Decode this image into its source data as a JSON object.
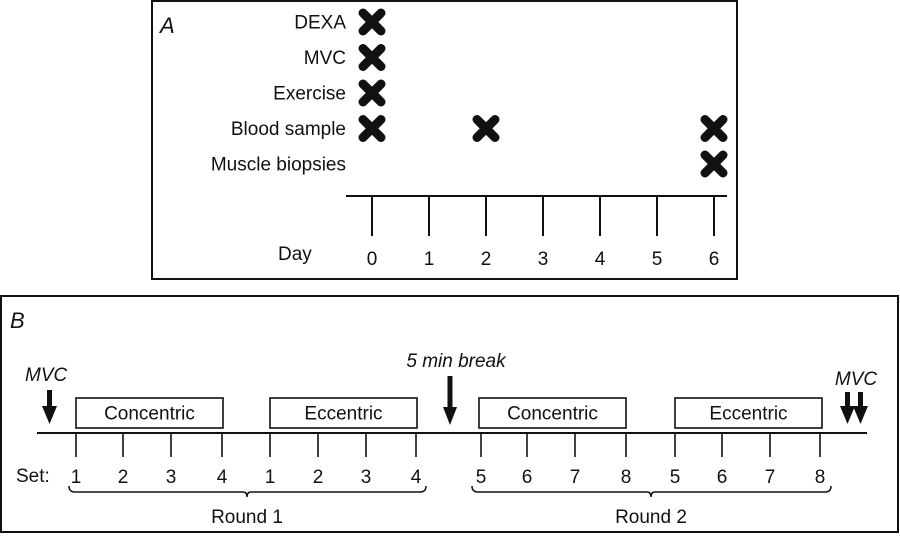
{
  "panel_a": {
    "label": "A",
    "rows": [
      {
        "name": "DEXA",
        "days": [
          0
        ]
      },
      {
        "name": "MVC",
        "days": [
          0
        ]
      },
      {
        "name": "Exercise",
        "days": [
          0
        ]
      },
      {
        "name": "Blood sample",
        "days": [
          0,
          2,
          6
        ]
      },
      {
        "name": "Muscle biopsies",
        "days": [
          6
        ]
      }
    ],
    "axis_label": "Day",
    "days": [
      "0",
      "1",
      "2",
      "3",
      "4",
      "5",
      "6"
    ]
  },
  "panel_b": {
    "label": "B",
    "mvc_left": "MVC",
    "mvc_right": "MVC",
    "break_label": "5 min break",
    "boxes": [
      "Concentric",
      "Eccentric",
      "Concentric",
      "Eccentric"
    ],
    "set_label": "Set:",
    "sets": [
      "1",
      "2",
      "3",
      "4",
      "1",
      "2",
      "3",
      "4",
      "5",
      "6",
      "7",
      "8",
      "5",
      "6",
      "7",
      "8"
    ],
    "rounds": [
      "Round 1",
      "Round 2"
    ]
  }
}
